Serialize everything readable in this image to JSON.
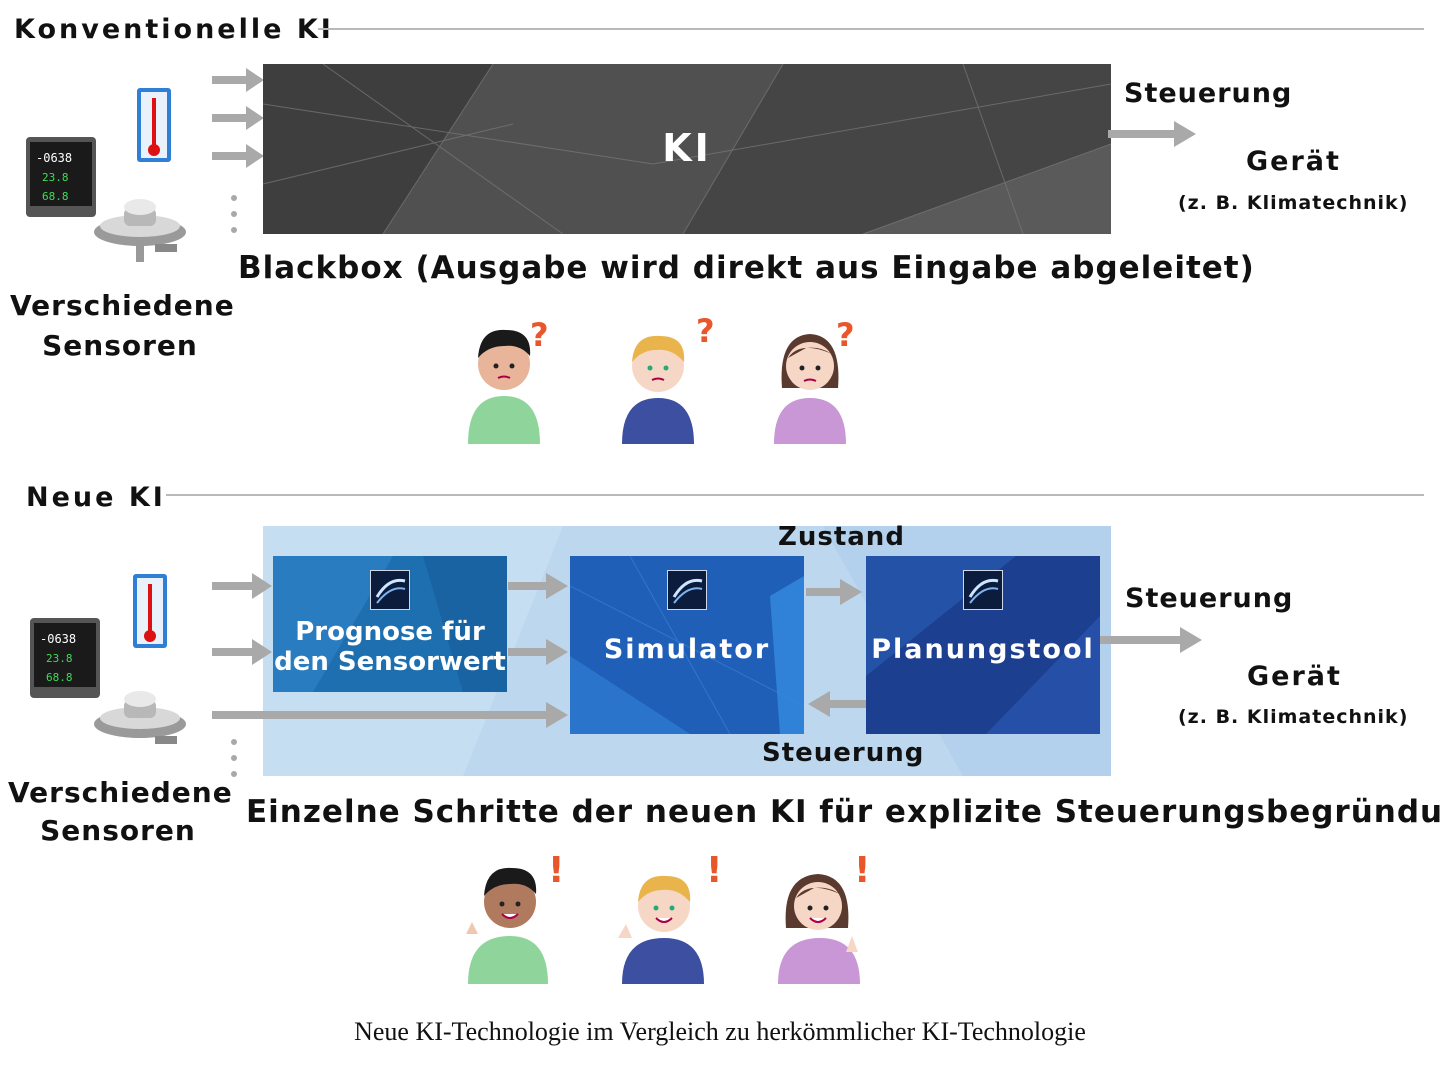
{
  "conventional": {
    "section_title": "Konventionelle KI",
    "box_label": "KI",
    "output_label": "Steuerung",
    "device_label": "Gerät",
    "device_example": "(z. B. Klimatechnik)",
    "sensors_line1": "Verschiedene",
    "sensors_line2": "Sensoren",
    "description": "Blackbox (Ausgabe wird direkt aus Eingabe abgeleitet)",
    "reaction_mark": "?"
  },
  "new_ai": {
    "section_title": "Neue KI",
    "modules": [
      {
        "line1": "Prognose für",
        "line2": "den Sensorwert"
      },
      {
        "label": "Simulator"
      },
      {
        "label": "Planungstool"
      }
    ],
    "state_label": "Zustand",
    "feedback_label": "Steuerung",
    "output_label": "Steuerung",
    "device_label": "Gerät",
    "device_example": "(z. B. Klimatechnik)",
    "sensors_line1": "Verschiedene",
    "sensors_line2": "Sensoren",
    "description": "Einzelne Schritte der neuen KI für explizite Steuerungsbegründung",
    "reaction_mark": "!"
  },
  "sensor_display": {
    "line1": "-0638",
    "line2": "23.8",
    "line3": "68.8"
  },
  "caption": "Neue KI-Technologie im Vergleich zu herkömmlicher KI-Technologie",
  "colors": {
    "arrow": "#a9a9a9",
    "blackbox": "#4a4a4a",
    "new_background": "#bcd7ee",
    "module_1": "#1e6fb0",
    "module_2": "#1f5fb8",
    "module_3": "#1d3f8f",
    "question_mark": "#e8562a",
    "exclamation_mark": "#e8562a",
    "shirt_green": "#8fd49a",
    "shirt_blue": "#3c4fa0",
    "shirt_purple": "#c996d6"
  }
}
